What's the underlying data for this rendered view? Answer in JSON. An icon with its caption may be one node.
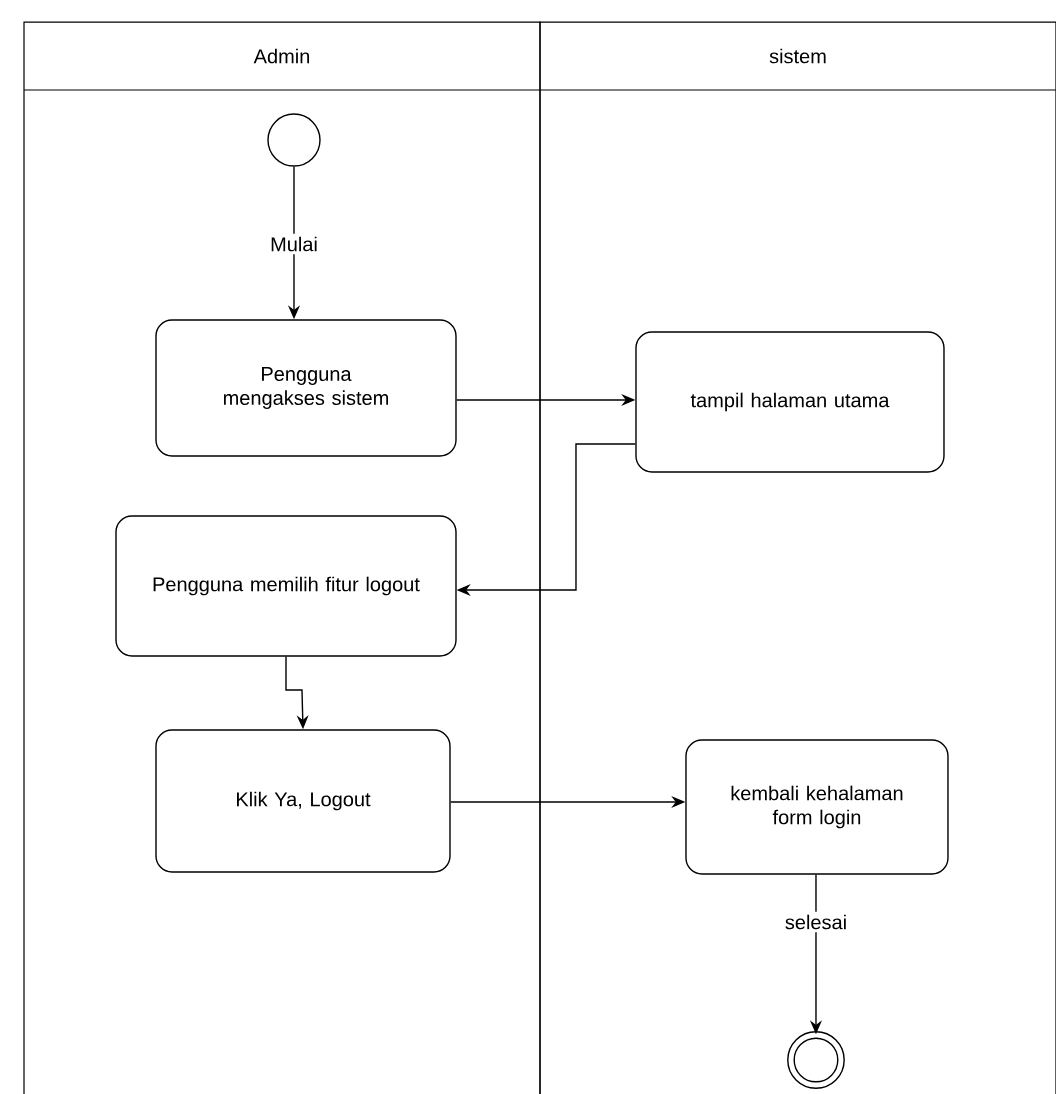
{
  "diagram": {
    "nodes": [
      {
        "text": [
          "Admin"
        ]
      },
      {
        "text": [
          "sistem"
        ]
      },
      {
        "text": [],
        "shape": "circle",
        "in": 0
      },
      {
        "text": [
          "Pengguna mengakses sistem"
        ],
        "in": 0
      },
      {
        "text": [
          "tampil halaman utama"
        ],
        "in": 1
      },
      {
        "text": [
          "Pengguna memilih fitur logout"
        ],
        "in": 0
      },
      {
        "text": [
          "Klik Ya, Logout"
        ],
        "in": 0
      },
      {
        "text": [
          "kembali kehalaman form login"
        ],
        "in": 1
      },
      {
        "text": [],
        "shape": "circle",
        "in": 1
      }
    ],
    "edges": [
      {
        "from": 2,
        "to": 3,
        "arrow": "to",
        "label": "Mulai"
      },
      {
        "from": 3,
        "to": 4,
        "arrow": "to"
      },
      {
        "from": 4,
        "to": 5,
        "arrow": "to"
      },
      {
        "from": 5,
        "to": 6,
        "arrow": "to"
      },
      {
        "from": 6,
        "to": 7,
        "arrow": "to"
      },
      {
        "from": 7,
        "to": 8,
        "arrow": "to",
        "label": "selesai"
      }
    ]
  }
}
